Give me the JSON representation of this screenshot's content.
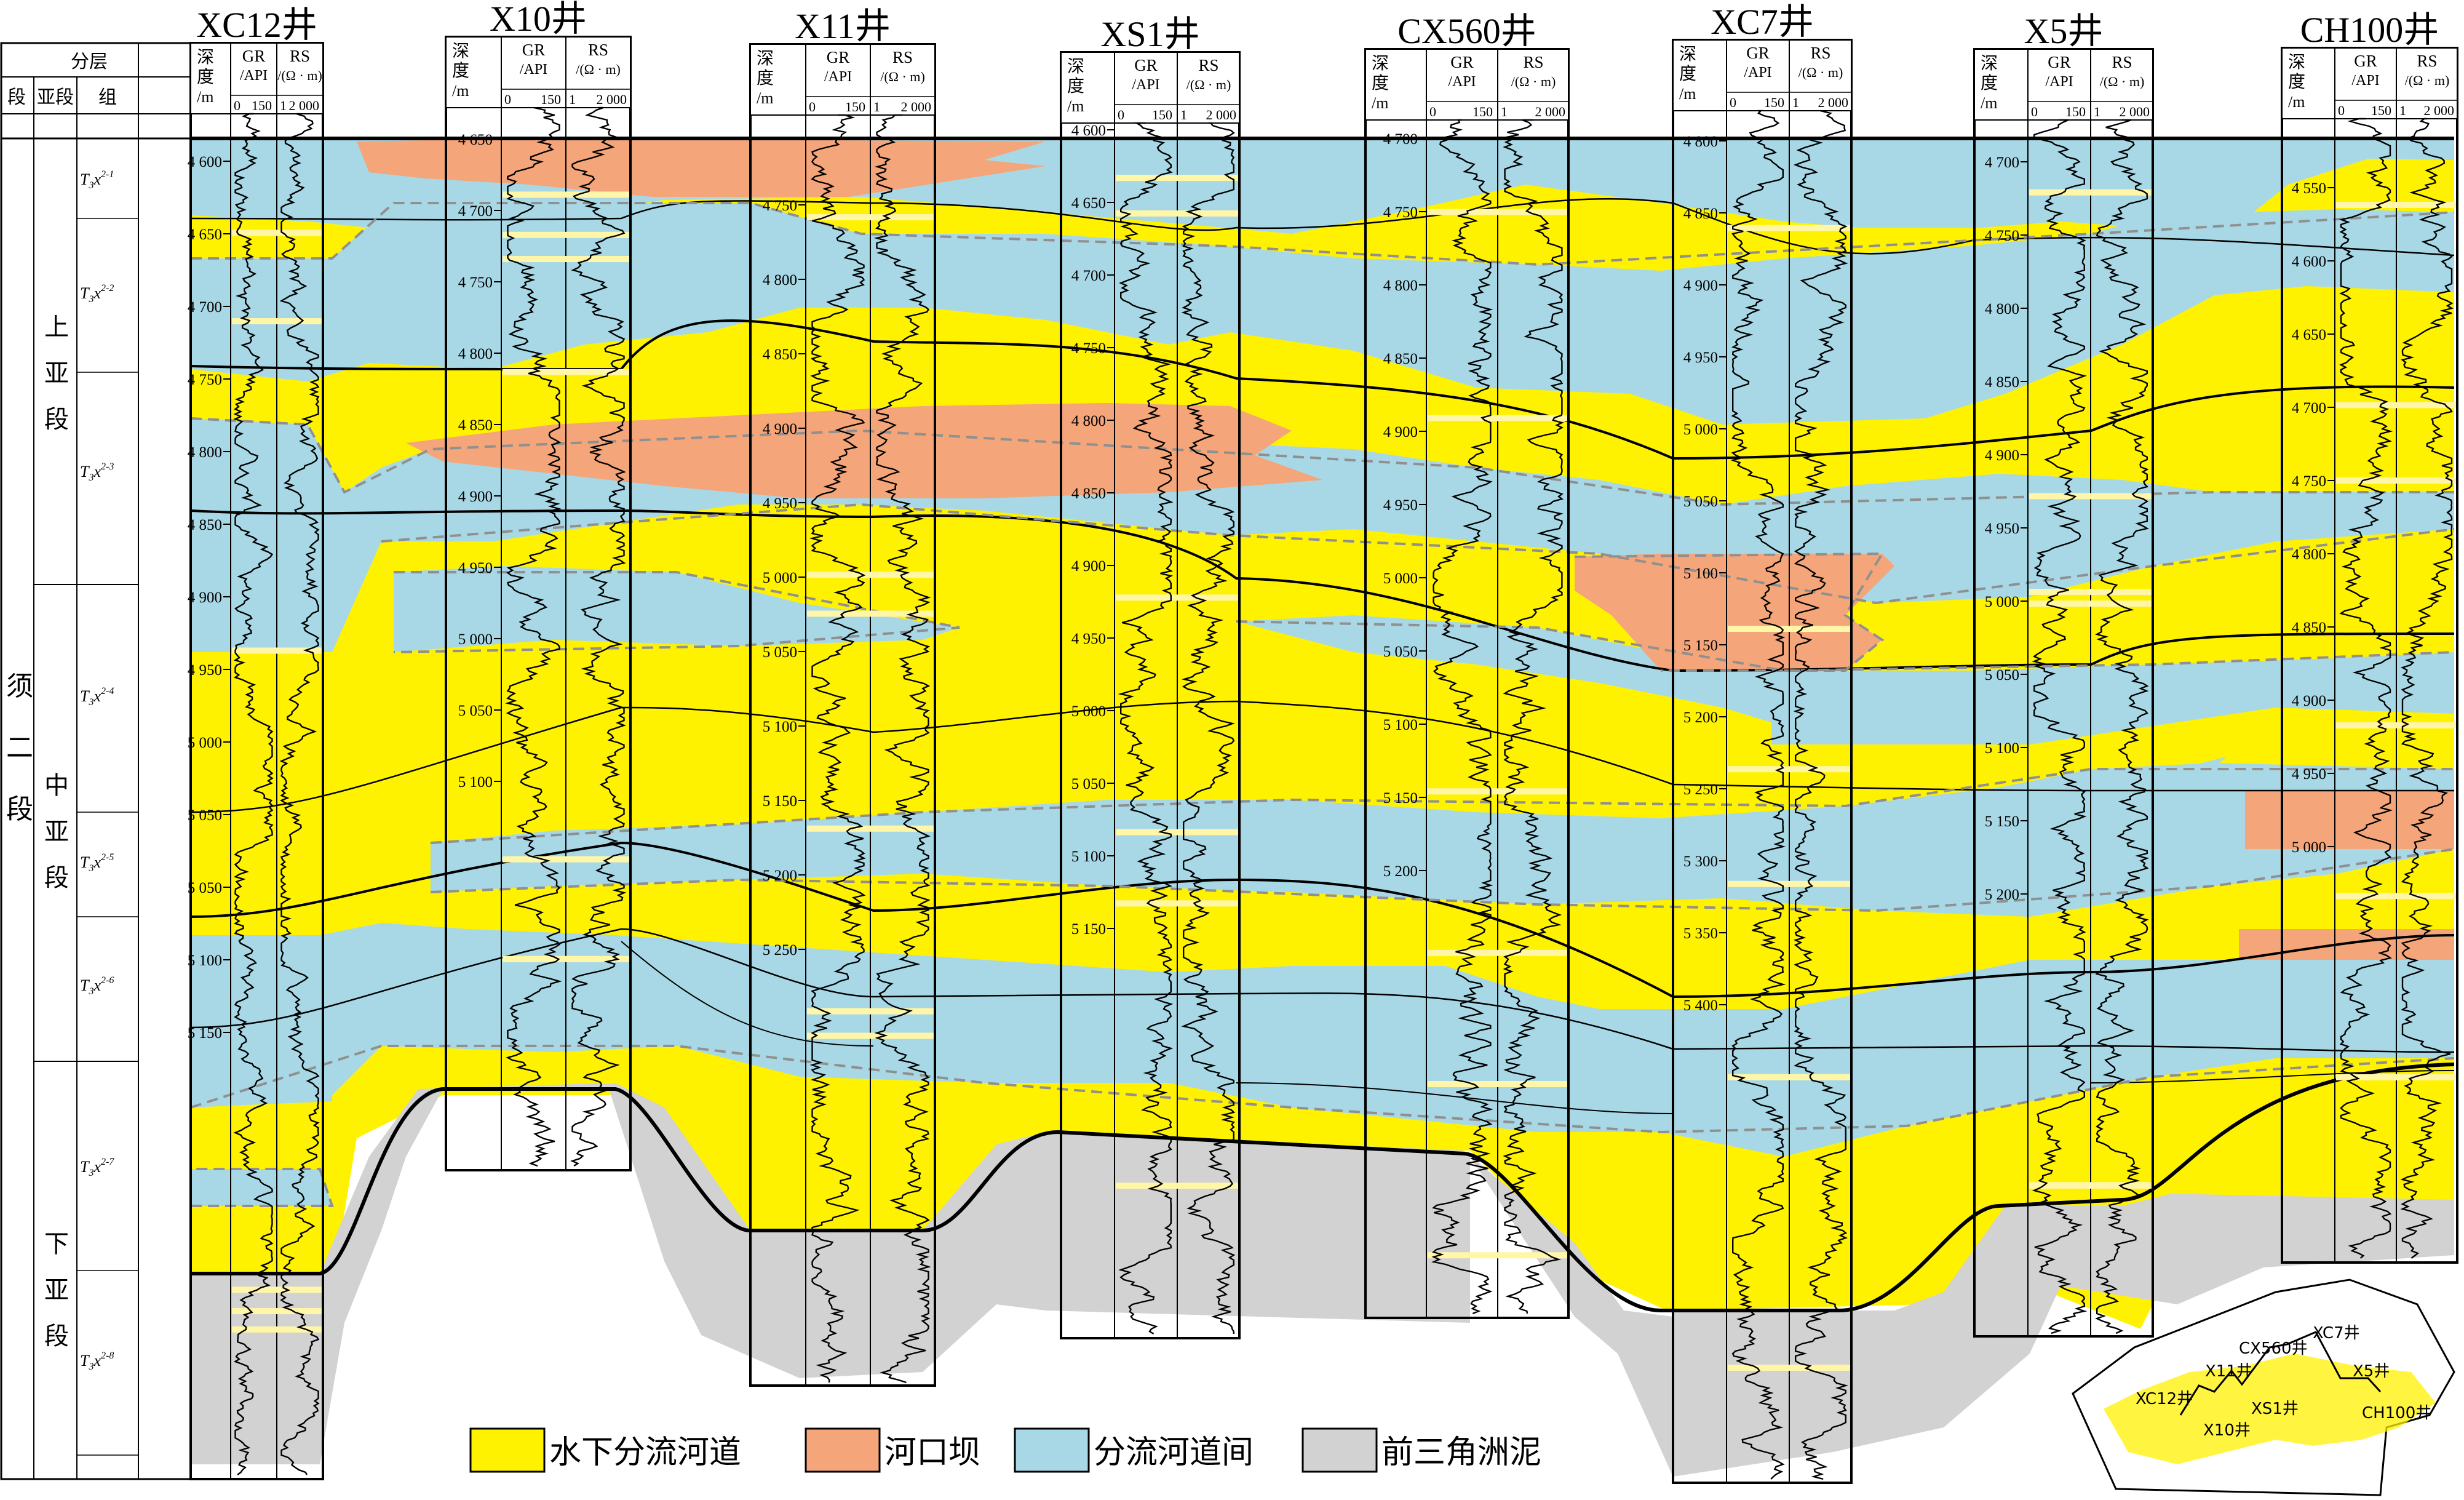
{
  "colors": {
    "channel": "#FFF200",
    "mouth_bar": "#F4A57A",
    "interchannel": "#A8D8E6",
    "prodelta": "#D2D2D2",
    "coal_strip": "#FFF6A8"
  },
  "strat_header": {
    "title": "分层",
    "col_segment": "段",
    "col_subsegment": "亚段",
    "col_group": "组",
    "segment_label": "须二段",
    "subsegments": [
      "上亚段",
      "中亚段",
      "下亚段"
    ],
    "groups": [
      "T3x2-1",
      "T3x2-2",
      "T3x2-3",
      "T3x2-4",
      "T3x2-5",
      "T3x2-6",
      "T3x2-7",
      "T3x2-8"
    ]
  },
  "column_headers": {
    "depth": "深度/m",
    "gr_name": "GR",
    "gr_unit": "/API",
    "gr_scale_min": "0",
    "gr_scale_max": "150",
    "rs_name": "RS",
    "rs_unit": "/(Ω · m)",
    "rs_scale_min": "1",
    "rs_scale_max": "2 000"
  },
  "wells": [
    {
      "name": "XC12井",
      "depths": [
        "4 600",
        "4 650",
        "4 700",
        "4 750",
        "4 800",
        "4 850",
        "4 900",
        "4 950",
        "5 000",
        "5 050",
        "5 050",
        "5 100",
        "5 150"
      ]
    },
    {
      "name": "X10井",
      "depths": [
        "4 650",
        "4 700",
        "4 750",
        "4 800",
        "4 850",
        "4 900",
        "4 950",
        "5 000",
        "5 050",
        "5 100"
      ]
    },
    {
      "name": "X11井",
      "depths": [
        "4 750",
        "4 800",
        "4 850",
        "4 900",
        "4 950",
        "5 000",
        "5 050",
        "5 100",
        "5 150",
        "5 200",
        "5 250"
      ]
    },
    {
      "name": "XS1井",
      "depths": [
        "4 600",
        "4 650",
        "4 700",
        "4 750",
        "4 800",
        "4 850",
        "4 900",
        "4 950",
        "5 000",
        "5 050",
        "5 100",
        "5 150"
      ]
    },
    {
      "name": "CX560井",
      "depths": [
        "4 700",
        "4 750",
        "4 800",
        "4 850",
        "4 900",
        "4 950",
        "5 000",
        "5 050",
        "5 100",
        "5 150",
        "5 200"
      ]
    },
    {
      "name": "XC7井",
      "depths": [
        "4 800",
        "4 850",
        "4 900",
        "4 950",
        "5 000",
        "5 050",
        "5 100",
        "5 150",
        "5 200",
        "5 250",
        "5 300",
        "5 350",
        "5 400"
      ]
    },
    {
      "name": "X5井",
      "depths": [
        "4 700",
        "4 750",
        "4 800",
        "4 850",
        "4 900",
        "4 950",
        "5 000",
        "5 050",
        "5 100",
        "5 150",
        "5 200"
      ]
    },
    {
      "name": "CH100井",
      "depths": [
        "4 550",
        "4 600",
        "4 650",
        "4 700",
        "4 750",
        "4 800",
        "4 850",
        "4 900",
        "4 950",
        "5 000"
      ]
    }
  ],
  "legend": {
    "channel": "水下分流河道",
    "mouth_bar": "河口坝",
    "interchannel": "分流河道间",
    "prodelta": "前三角洲泥"
  },
  "inset_map": {
    "labels": [
      "XC12井",
      "X10井",
      "X11井",
      "XS1井",
      "CX560井",
      "XC7井",
      "X5井",
      "CH100井"
    ]
  }
}
